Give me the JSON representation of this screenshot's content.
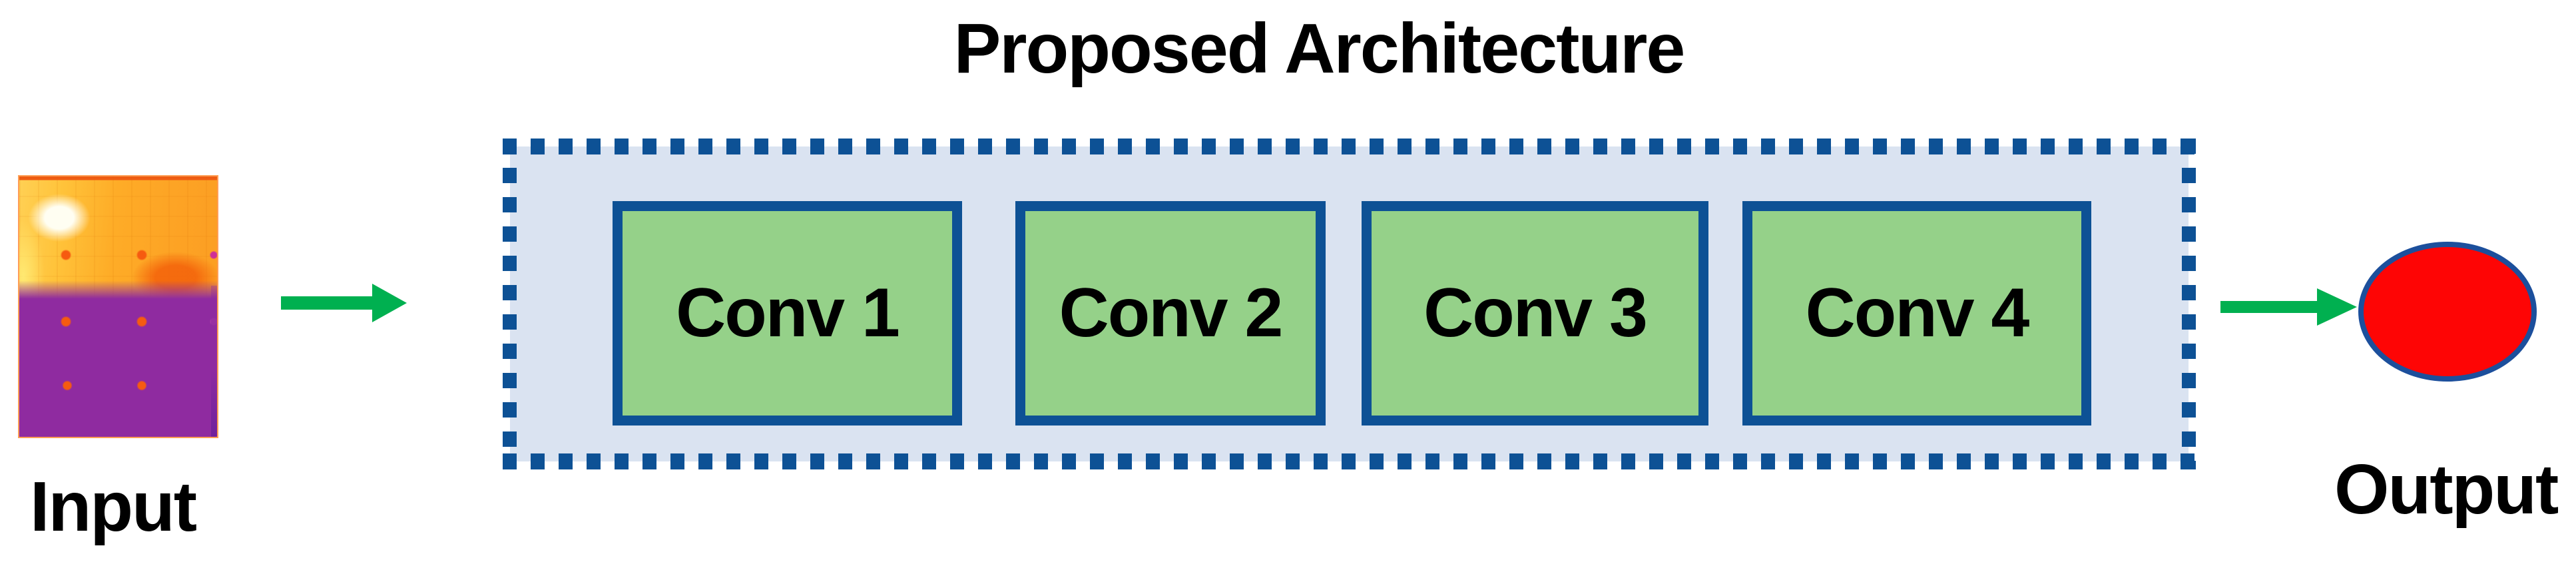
{
  "figure": {
    "title": "Proposed Architecture",
    "input": {
      "label": "Input"
    },
    "output": {
      "label": "Output"
    },
    "conv_blocks": [
      {
        "label": "Conv 1"
      },
      {
        "label": "Conv 2"
      },
      {
        "label": "Conv 3"
      },
      {
        "label": "Conv 4"
      }
    ],
    "icons": {
      "input_to_architecture": "arrow-right-icon",
      "architecture_to_output": "arrow-right-icon",
      "input_image": "thermal-heatmap-image",
      "output_node": "red-ellipse-node"
    },
    "colors": {
      "arrow_green": "#00B050",
      "container_fill": "#DAE3F1",
      "container_dash": "#0D5195",
      "block_fill": "#95D189",
      "block_border": "#0D5195",
      "output_fill": "#FE0505",
      "output_border": "#1C4F9C",
      "text": "#000000"
    }
  }
}
